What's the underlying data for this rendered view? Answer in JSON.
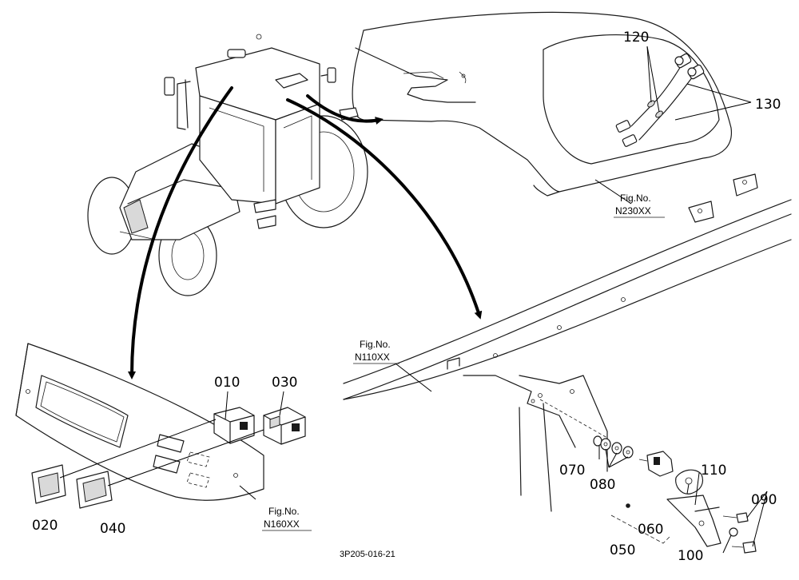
{
  "parts": {
    "p010": "010",
    "p020": "020",
    "p030": "030",
    "p040": "040",
    "p050": "050",
    "p060": "060",
    "p070": "070",
    "p080": "080",
    "p090": "090",
    "p100": "100",
    "p110": "110",
    "p120": "120",
    "p130": "130"
  },
  "figure_refs": {
    "roof": {
      "label": "Fig.No.",
      "code": "N230XX"
    },
    "frame": {
      "label": "Fig.No.",
      "code": "N110XX"
    },
    "panel": {
      "label": "Fig.No.",
      "code": "N160XX"
    }
  },
  "drawing_code": "3P205-016-21",
  "icons": [
    "tractor-illustration",
    "switch-icon",
    "lamp-bracket-icon",
    "harness-icon"
  ]
}
